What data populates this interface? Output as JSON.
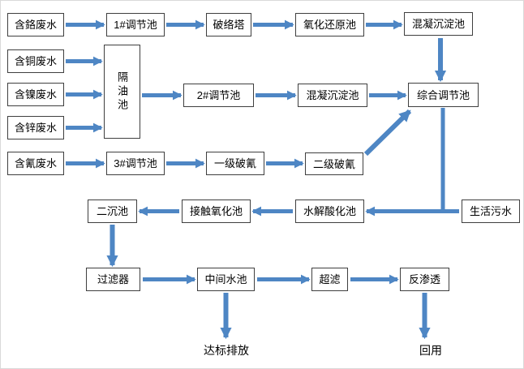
{
  "diagram": {
    "type": "flowchart",
    "subject": "wastewater-treatment-process"
  },
  "colors": {
    "arrow": "#4e86c4",
    "box_border": "#3f3f3f",
    "box_fill": "#ffffff",
    "text": "#000000",
    "background": "#ffffff"
  },
  "nodes": {
    "chromium": {
      "label": "含鉻废水"
    },
    "adjust1": {
      "label": "1#调节池"
    },
    "tower": {
      "label": "破络塔"
    },
    "redox": {
      "label": "氧化还原池"
    },
    "coagulation_a": {
      "label": "混凝沉淀池"
    },
    "copper": {
      "label": "含铜废水"
    },
    "oil": {
      "label": "隔油池"
    },
    "nickel": {
      "label": "含镍废水"
    },
    "adjust2": {
      "label": "2#调节池"
    },
    "coagulation_b": {
      "label": "混凝沉淀池"
    },
    "comprehensive": {
      "label": "综合调节池"
    },
    "zinc": {
      "label": "含锌废水"
    },
    "cyanide": {
      "label": "含氰废水"
    },
    "adjust3": {
      "label": "3#调节池"
    },
    "cyanide_break1": {
      "label": "一级破氰"
    },
    "cyanide_break2": {
      "label": "二级破氰"
    },
    "secondary_sed": {
      "label": "二沉池"
    },
    "contact_oxidation": {
      "label": "接触氧化池"
    },
    "hydrolysis": {
      "label": "水解酸化池"
    },
    "domestic": {
      "label": "生活污水"
    },
    "filter": {
      "label": "过滤器"
    },
    "intermediate": {
      "label": "中间水池"
    },
    "ultrafiltration": {
      "label": "超滤"
    },
    "reverse_osmosis": {
      "label": "反渗透"
    },
    "discharge": {
      "label": "达标排放"
    },
    "reuse": {
      "label": "回用"
    }
  },
  "edges": [
    {
      "from": "chromium",
      "to": "adjust1"
    },
    {
      "from": "adjust1",
      "to": "tower"
    },
    {
      "from": "tower",
      "to": "redox"
    },
    {
      "from": "redox",
      "to": "coagulation_a"
    },
    {
      "from": "coagulation_a",
      "to": "comprehensive"
    },
    {
      "from": "copper",
      "to": "oil"
    },
    {
      "from": "nickel",
      "to": "oil"
    },
    {
      "from": "zinc",
      "to": "oil"
    },
    {
      "from": "oil",
      "to": "adjust2"
    },
    {
      "from": "adjust2",
      "to": "coagulation_b"
    },
    {
      "from": "coagulation_b",
      "to": "comprehensive"
    },
    {
      "from": "cyanide",
      "to": "adjust3"
    },
    {
      "from": "adjust3",
      "to": "cyanide_break1"
    },
    {
      "from": "cyanide_break1",
      "to": "cyanide_break2"
    },
    {
      "from": "cyanide_break2",
      "to": "comprehensive"
    },
    {
      "from": "comprehensive",
      "to": "hydrolysis"
    },
    {
      "from": "domestic",
      "to": "hydrolysis"
    },
    {
      "from": "hydrolysis",
      "to": "contact_oxidation"
    },
    {
      "from": "contact_oxidation",
      "to": "secondary_sed"
    },
    {
      "from": "secondary_sed",
      "to": "filter"
    },
    {
      "from": "filter",
      "to": "intermediate"
    },
    {
      "from": "intermediate",
      "to": "ultrafiltration"
    },
    {
      "from": "intermediate",
      "to": "discharge"
    },
    {
      "from": "ultrafiltration",
      "to": "reverse_osmosis"
    },
    {
      "from": "reverse_osmosis",
      "to": "reuse"
    }
  ]
}
